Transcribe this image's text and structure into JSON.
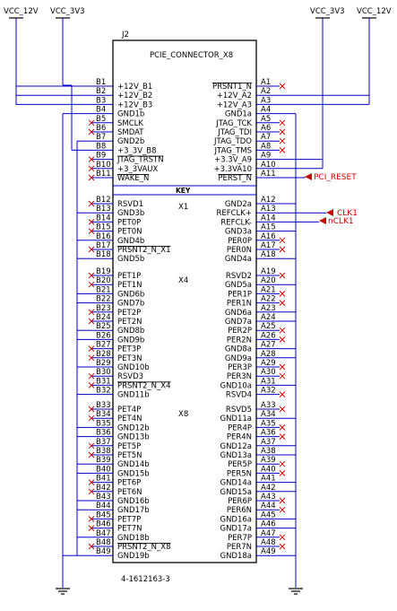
{
  "power_labels": {
    "vcc12v_left": "VCC_12V",
    "vcc3v3_left": "VCC_3V3",
    "vcc3v3_right": "VCC_3V3",
    "vcc12v_right": "VCC_12V"
  },
  "component": {
    "refdes": "J2",
    "value": "PCIE_CONNECTOR_X8",
    "part_number": "4-1612163-3"
  },
  "sections": {
    "key": "KEY",
    "x1": "X1",
    "x4": "X4",
    "x8": "X8"
  },
  "net_labels": {
    "pci_reset": "PCI_RESET",
    "clk1": "CLK1",
    "nclk1": "nCLK1"
  },
  "colors": {
    "wire": "#0000cc",
    "body": "#000000",
    "net_label": "#cc0000",
    "no_connect": "#cc0000"
  },
  "left_pins": [
    {
      "num": "B1",
      "name": "+12V_B1"
    },
    {
      "num": "B2",
      "name": "+12V_B2"
    },
    {
      "num": "B3",
      "name": "+12V_B3"
    },
    {
      "num": "B4",
      "name": "GND1b"
    },
    {
      "num": "B5",
      "name": "SMCLK"
    },
    {
      "num": "B6",
      "name": "SMDAT"
    },
    {
      "num": "B7",
      "name": "GND2b"
    },
    {
      "num": "B8",
      "name": "+3_3V_B8"
    },
    {
      "num": "B9",
      "name": "JTAG_TRSTN"
    },
    {
      "num": "B10",
      "name": "+3_3VAUX"
    },
    {
      "num": "B11",
      "name": "WAKE_N"
    },
    {
      "num": "B12",
      "name": "RSVD1"
    },
    {
      "num": "B13",
      "name": "GND3b"
    },
    {
      "num": "B14",
      "name": "PET0P"
    },
    {
      "num": "B15",
      "name": "PET0N"
    },
    {
      "num": "B16",
      "name": "GND4b"
    },
    {
      "num": "B17",
      "name": "PRSNT2_N_X1"
    },
    {
      "num": "B18",
      "name": "GND5b"
    },
    {
      "num": "B19",
      "name": "PET1P"
    },
    {
      "num": "B20",
      "name": "PET1N"
    },
    {
      "num": "B21",
      "name": "GND6b"
    },
    {
      "num": "B22",
      "name": "GND7b"
    },
    {
      "num": "B23",
      "name": "PET2P"
    },
    {
      "num": "B24",
      "name": "PET2N"
    },
    {
      "num": "B25",
      "name": "GND8b"
    },
    {
      "num": "B26",
      "name": "GND9b"
    },
    {
      "num": "B27",
      "name": "PET3P"
    },
    {
      "num": "B28",
      "name": "PET3N"
    },
    {
      "num": "B29",
      "name": "GND10b"
    },
    {
      "num": "B30",
      "name": "RSVD3"
    },
    {
      "num": "B31",
      "name": "PRSNT2_N_X4"
    },
    {
      "num": "B32",
      "name": "GND11b"
    },
    {
      "num": "B33",
      "name": "PET4P"
    },
    {
      "num": "B34",
      "name": "PET4N"
    },
    {
      "num": "B35",
      "name": "GND12b"
    },
    {
      "num": "B36",
      "name": "GND13b"
    },
    {
      "num": "B37",
      "name": "PET5P"
    },
    {
      "num": "B38",
      "name": "PET5N"
    },
    {
      "num": "B39",
      "name": "GND14b"
    },
    {
      "num": "B40",
      "name": "GND15b"
    },
    {
      "num": "B41",
      "name": "PET6P"
    },
    {
      "num": "B42",
      "name": "PET6N"
    },
    {
      "num": "B43",
      "name": "GND16b"
    },
    {
      "num": "B44",
      "name": "GND17b"
    },
    {
      "num": "B45",
      "name": "PET7P"
    },
    {
      "num": "B46",
      "name": "PET7N"
    },
    {
      "num": "B47",
      "name": "GND18b"
    },
    {
      "num": "B48",
      "name": "PRSNT2_N_X8"
    },
    {
      "num": "B49",
      "name": "GND19b"
    }
  ],
  "right_pins": [
    {
      "num": "A1",
      "name": "PRSNT1_N"
    },
    {
      "num": "A2",
      "name": "+12V_A2"
    },
    {
      "num": "A3",
      "name": "+12V_A3"
    },
    {
      "num": "A4",
      "name": "GND1a"
    },
    {
      "num": "A5",
      "name": "JTAG_TCK"
    },
    {
      "num": "A6",
      "name": "JTAG_TDI"
    },
    {
      "num": "A7",
      "name": "JTAG_TDO"
    },
    {
      "num": "A8",
      "name": "JTAG_TMS"
    },
    {
      "num": "A9",
      "name": "+3.3V_A9"
    },
    {
      "num": "A10",
      "name": "+3.3VA10"
    },
    {
      "num": "A11",
      "name": "PERST_N"
    },
    {
      "num": "A12",
      "name": "GND2a"
    },
    {
      "num": "A13",
      "name": "REFCLK+"
    },
    {
      "num": "A14",
      "name": "REFCLK-"
    },
    {
      "num": "A15",
      "name": "GND3a"
    },
    {
      "num": "A16",
      "name": "PER0P"
    },
    {
      "num": "A17",
      "name": "PER0N"
    },
    {
      "num": "A18",
      "name": "GND4a"
    },
    {
      "num": "A19",
      "name": "RSVD2"
    },
    {
      "num": "A20",
      "name": "GND5a"
    },
    {
      "num": "A21",
      "name": "PER1P"
    },
    {
      "num": "A22",
      "name": "PER1N"
    },
    {
      "num": "A23",
      "name": "GND6a"
    },
    {
      "num": "A24",
      "name": "GND7a"
    },
    {
      "num": "A25",
      "name": "PER2P"
    },
    {
      "num": "A26",
      "name": "PER2N"
    },
    {
      "num": "A27",
      "name": "GND8a"
    },
    {
      "num": "A28",
      "name": "GND9a"
    },
    {
      "num": "A29",
      "name": "PER3P"
    },
    {
      "num": "A30",
      "name": "PER3N"
    },
    {
      "num": "A31",
      "name": "GND10a"
    },
    {
      "num": "A32",
      "name": "RSVD4"
    },
    {
      "num": "A33",
      "name": "RSVD5"
    },
    {
      "num": "A34",
      "name": "GND11a"
    },
    {
      "num": "A35",
      "name": "PER4P"
    },
    {
      "num": "A36",
      "name": "PER4N"
    },
    {
      "num": "A37",
      "name": "GND12a"
    },
    {
      "num": "A38",
      "name": "GND13a"
    },
    {
      "num": "A39",
      "name": "PER5P"
    },
    {
      "num": "A40",
      "name": "PER5N"
    },
    {
      "num": "A41",
      "name": "GND14a"
    },
    {
      "num": "A42",
      "name": "GND15a"
    },
    {
      "num": "A43",
      "name": "PER6P"
    },
    {
      "num": "A44",
      "name": "PER6N"
    },
    {
      "num": "A45",
      "name": "GND16a"
    },
    {
      "num": "A46",
      "name": "GND17a"
    },
    {
      "num": "A47",
      "name": "PER7P"
    },
    {
      "num": "A48",
      "name": "PER7N"
    },
    {
      "num": "A49",
      "name": "GND18a"
    }
  ]
}
